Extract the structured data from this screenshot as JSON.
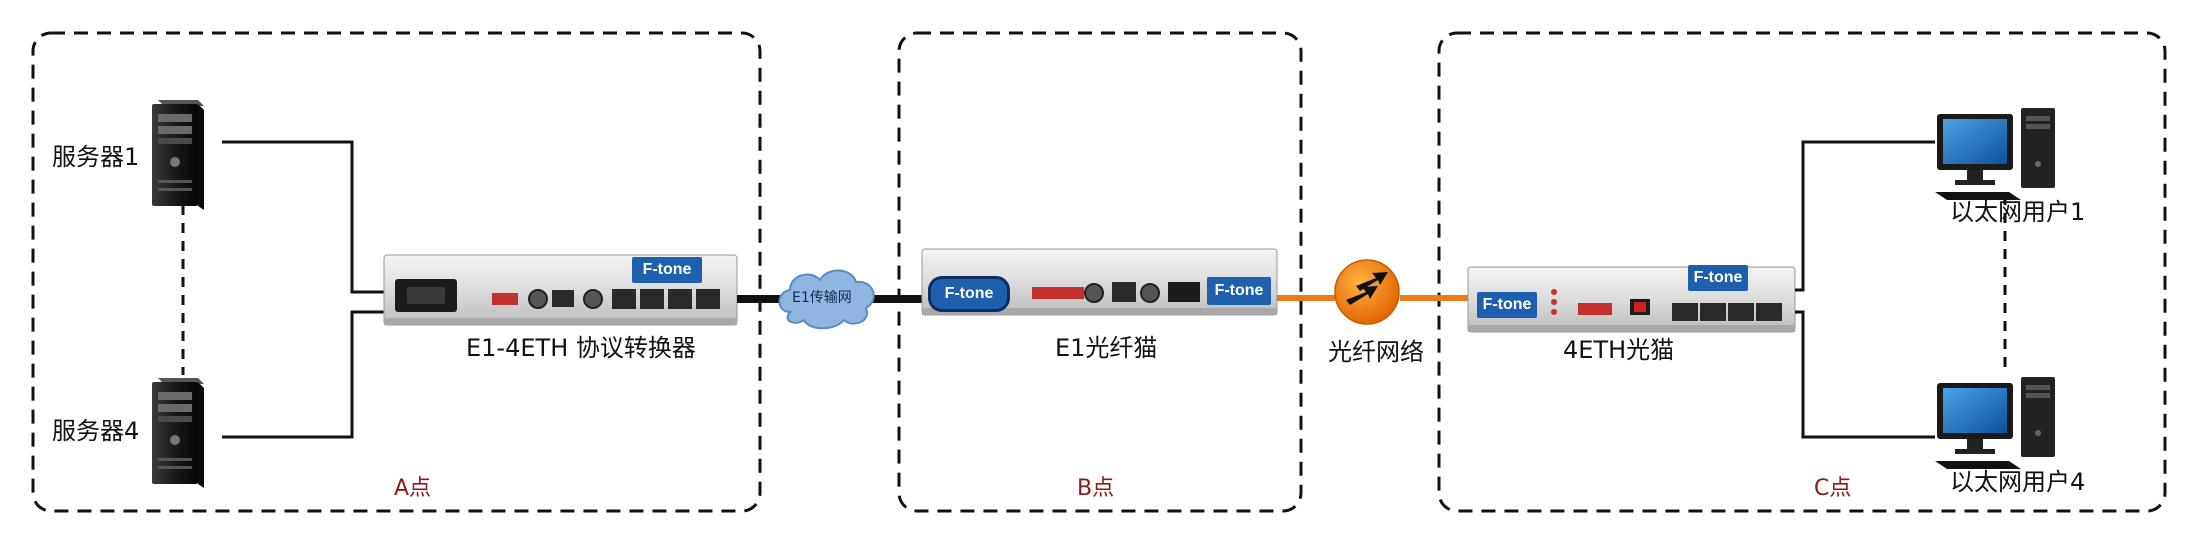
{
  "zones": {
    "a": {
      "label": "A点"
    },
    "b": {
      "label": "B点"
    },
    "c": {
      "label": "C点"
    }
  },
  "servers": {
    "s1": {
      "label": "服务器1"
    },
    "s4": {
      "label": "服务器4"
    }
  },
  "devices": {
    "converter": {
      "label": "E1-4ETH 协议转换器",
      "brand": "F-tone"
    },
    "e1_modem": {
      "label": "E1光纤猫",
      "brand_left": "F-tone",
      "brand_right": "F-tone"
    },
    "eth_modem": {
      "label": "4ETH光猫",
      "brand_left": "F-tone",
      "brand_right": "F-tone"
    }
  },
  "links": {
    "e1_cloud": {
      "label": "E1传输网"
    },
    "fiber": {
      "label": "光纤网络"
    }
  },
  "users": {
    "u1": {
      "label": "以太网用户1"
    },
    "u4": {
      "label": "以太网用户4"
    }
  },
  "colors": {
    "fiber": "#f07a1a",
    "zone_label": "#8b1a1a",
    "brand": "#1e5fae",
    "cloud": "#8fb6e0"
  },
  "icons": [
    "server-icon",
    "desktop-pc-icon",
    "cloud-icon",
    "fiber-network-icon"
  ]
}
